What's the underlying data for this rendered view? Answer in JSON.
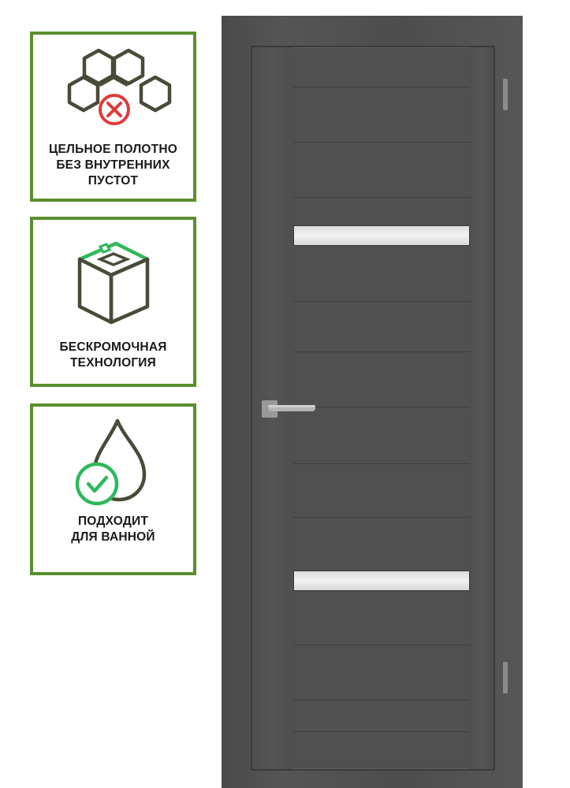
{
  "features": [
    {
      "icon": "honeycomb-cross-icon",
      "text": "ЦЕЛЬНОЕ ПОЛОТНО\nБЕЗ ВНУТРЕННИХ\nПУСТОТ"
    },
    {
      "icon": "edgeless-cube-icon",
      "text": "БЕСКРОМОЧНАЯ\nТЕХНОЛОГИЯ"
    },
    {
      "icon": "water-drop-check-icon",
      "text": "ПОДХОДИТ\nДЛЯ ВАННОЙ"
    }
  ],
  "colors": {
    "card_border": "#5b8f2e",
    "accent_green": "#2eb85c",
    "accent_red": "#e03a3a",
    "door": "#505050"
  }
}
